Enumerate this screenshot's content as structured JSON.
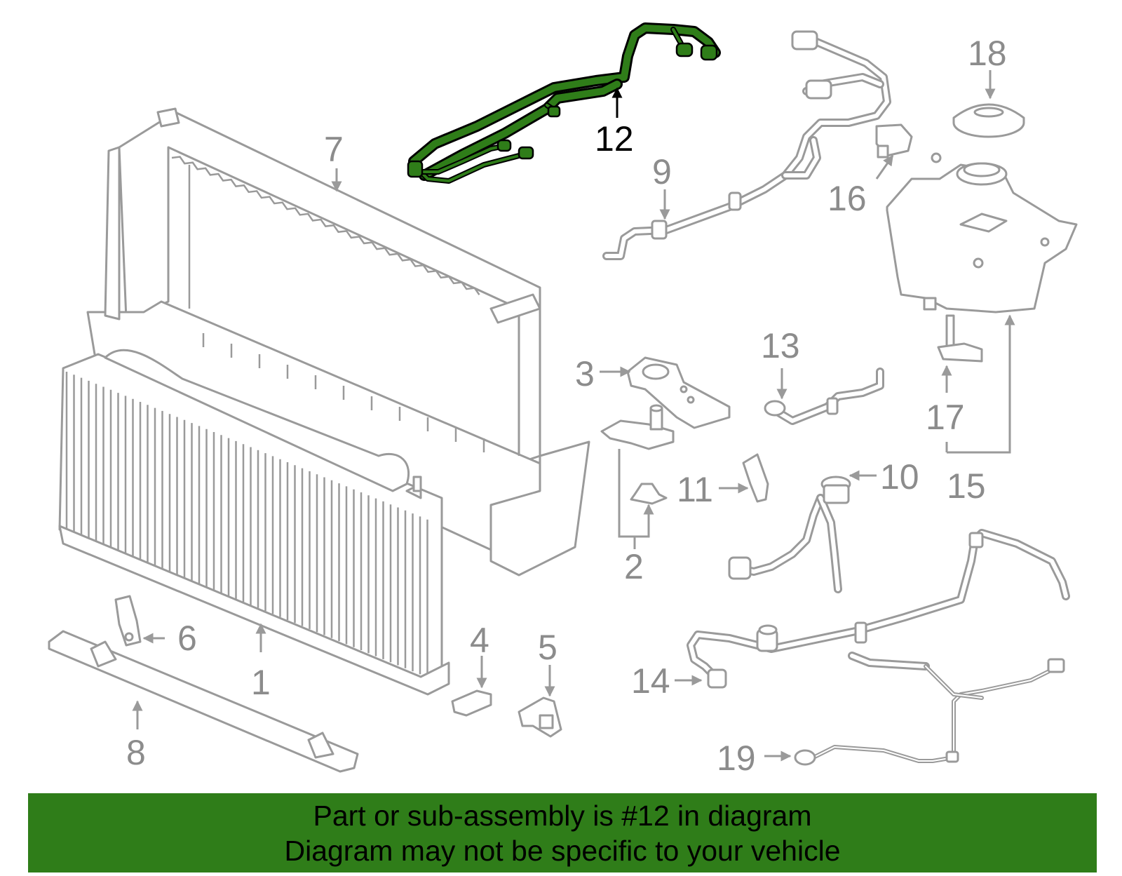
{
  "diagram": {
    "highlight_color": "#2f7d19",
    "part_color": "#9a9a9a",
    "highlighted_part": "12",
    "callouts": [
      "1",
      "2",
      "3",
      "4",
      "5",
      "6",
      "7",
      "8",
      "9",
      "10",
      "11",
      "12",
      "13",
      "14",
      "15",
      "16",
      "17",
      "18",
      "19"
    ]
  },
  "banner": {
    "line1": "Part or sub-assembly is #12 in diagram",
    "line2": "Diagram may not be specific to your vehicle"
  }
}
